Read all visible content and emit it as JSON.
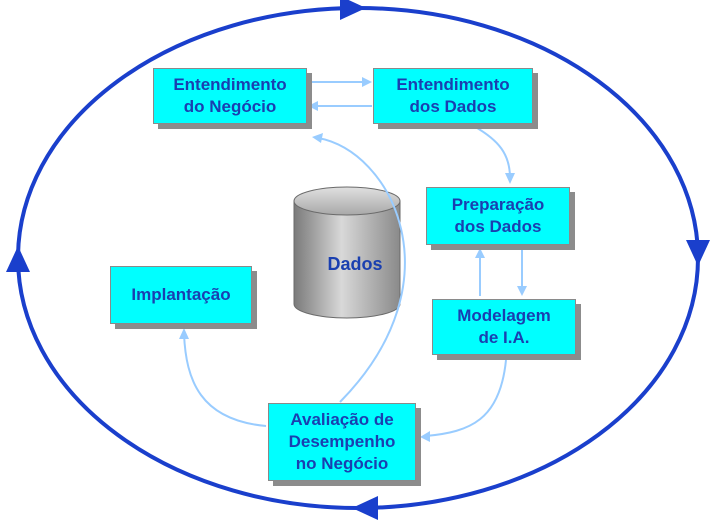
{
  "colors": {
    "cycle": "#1a3fcc",
    "flow": "#99ccff",
    "box_fill": "#00ffff",
    "box_text": "#1a3fb0",
    "shadow": "#8c8c8c"
  },
  "nodes": {
    "business_understanding": {
      "line1": "Entendimento",
      "line2": "do Negócio"
    },
    "data_understanding": {
      "line1": "Entendimento",
      "line2": "dos Dados"
    },
    "data_preparation": {
      "line1": "Preparação",
      "line2": "dos Dados"
    },
    "modeling": {
      "line1": "Modelagem",
      "line2": "de I.A."
    },
    "evaluation": {
      "line1": "Avaliação de",
      "line2": "Desempenho",
      "line3": "no Negócio"
    },
    "deployment": {
      "line1": "Implantação"
    }
  },
  "database": {
    "label": "Dados"
  }
}
